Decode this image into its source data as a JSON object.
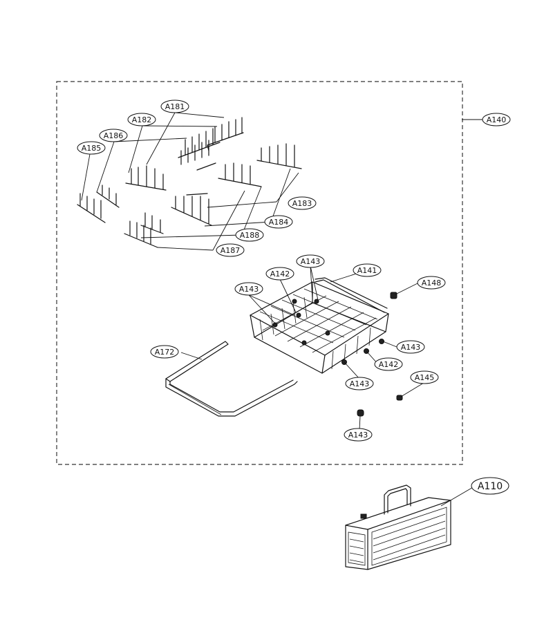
{
  "labels": {
    "assembly": "A140",
    "a181": "A181",
    "a182": "A182",
    "a186": "A186",
    "a185": "A185",
    "a183": "A183",
    "a184": "A184",
    "a188": "A188",
    "a187": "A187",
    "a143_top": "A143",
    "a142_top": "A142",
    "a141": "A141",
    "a148": "A148",
    "a143_left": "A143",
    "a143_right": "A143",
    "a142_bottom": "A142",
    "a143_mid": "A143",
    "a145": "A145",
    "a143_bottom": "A143",
    "a172": "A172",
    "a110": "A110"
  }
}
